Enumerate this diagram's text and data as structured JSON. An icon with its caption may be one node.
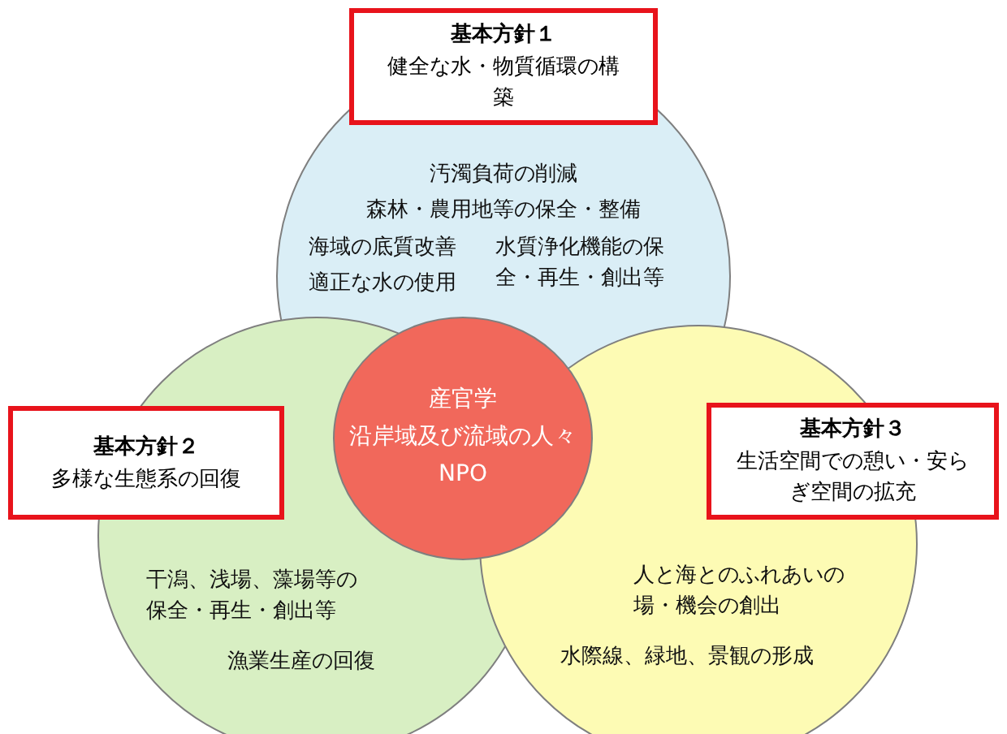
{
  "diagram": {
    "nodes": [
      {
        "text": [
          "基本方針１",
          "健全な水・物質循環の構築"
        ]
      },
      {
        "text": [
          "汚濁負荷の削減",
          "森林・農用地等の保全・整備",
          "海域の底質改善",
          "適正な水の使用",
          "水質浄化機能の保全・再生・創出等"
        ]
      },
      {
        "text": [
          "基本方針２",
          "多様な生態系の回復"
        ]
      },
      {
        "text": [
          "干潟、浅場、藻場等の保全・再生・創出等",
          "漁業生産の回復"
        ]
      },
      {
        "text": [
          "基本方針３",
          "生活空間での憩い・安らぎ空間の拡充"
        ]
      },
      {
        "text": [
          "人と海とのふれあいの場・機会の創出",
          "水際線、緑地、景観の形成"
        ]
      },
      {
        "text": [
          "産官学",
          "沿岸域及び流域の人々",
          "NPO"
        ]
      }
    ]
  }
}
